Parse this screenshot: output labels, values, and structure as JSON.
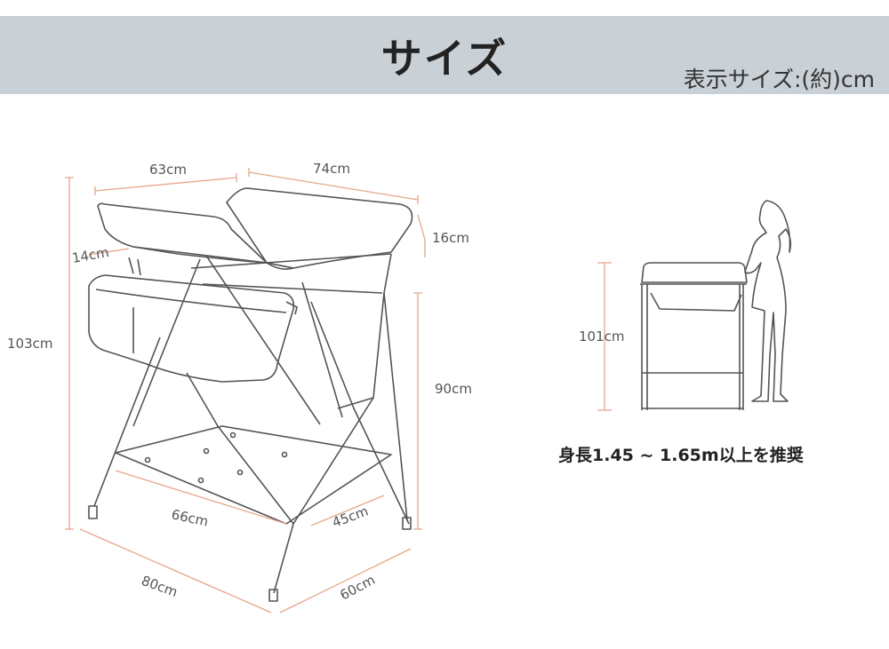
{
  "header": {
    "title": "サイズ",
    "unit_note": "表示サイズ:(約)cm",
    "background": "#c9d0d6"
  },
  "dimensions": {
    "top_left_width": "63cm",
    "top_right_width": "74cm",
    "basket_offset": "14cm",
    "tray_depth": "16cm",
    "total_height": "103cm",
    "shelf_height": "90cm",
    "shelf_width": "66cm",
    "shelf_depth": "45cm",
    "base_width": "80cm",
    "base_depth": "60cm",
    "side_height": "101cm"
  },
  "caption": "身長1.45 ~ 1.65m以上を推奨",
  "colors": {
    "dimension_line": "#e8a58a",
    "drawing_line": "#555555"
  }
}
